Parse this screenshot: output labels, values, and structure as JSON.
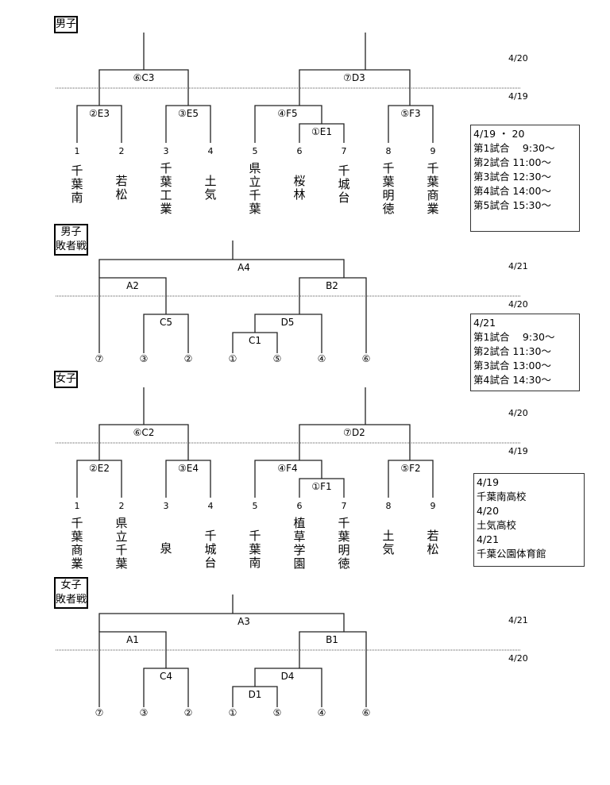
{
  "sections": {
    "boys": {
      "tag": "男子",
      "dates": {
        "upper": "4/20",
        "lower": "4/19"
      },
      "matches": {
        "left_top": "⑥C3",
        "right_top": "⑦D3",
        "m1": "②E3",
        "m2": "③E5",
        "m3": "④F5",
        "m4": "①E1",
        "m5": "⑤F3"
      },
      "seeds": [
        "1",
        "2",
        "3",
        "4",
        "5",
        "6",
        "7",
        "8",
        "9"
      ],
      "teams": [
        "千葉南",
        "若松",
        "千葉工業",
        "土気",
        "県立千葉",
        "桜林",
        "千城台",
        "千葉明徳",
        "千葉商業"
      ]
    },
    "boys_consolation": {
      "tag_line1": "男子",
      "tag_line2": "敗者戦",
      "dates": {
        "upper": "4/21",
        "lower": "4/20"
      },
      "matches": {
        "final": "A4",
        "left": "A2",
        "right": "B2",
        "c": "C5",
        "d": "D5",
        "e": "C1"
      },
      "seeds": [
        "⑦",
        "③",
        "②",
        "①",
        "⑤",
        "④",
        "⑥"
      ]
    },
    "girls": {
      "tag": "女子",
      "dates": {
        "upper": "4/20",
        "lower": "4/19"
      },
      "matches": {
        "left_top": "⑥C2",
        "right_top": "⑦D2",
        "m1": "②E2",
        "m2": "③E4",
        "m3": "④F4",
        "m4": "①F1",
        "m5": "⑤F2"
      },
      "seeds": [
        "1",
        "2",
        "3",
        "4",
        "5",
        "6",
        "7",
        "8",
        "9"
      ],
      "teams": [
        "千葉商業",
        "県立千葉",
        "泉",
        "千城台",
        "千葉南",
        "植草学園",
        "千葉明徳",
        "土気",
        "若松"
      ]
    },
    "girls_consolation": {
      "tag_line1": "女子",
      "tag_line2": "敗者戦",
      "dates": {
        "upper": "4/21",
        "lower": "4/20"
      },
      "matches": {
        "final": "A3",
        "left": "A1",
        "right": "B1",
        "c": "C4",
        "d": "D4",
        "e": "D1"
      },
      "seeds": [
        "⑦",
        "③",
        "②",
        "①",
        "⑤",
        "④",
        "⑥"
      ]
    }
  },
  "schedule_1920": {
    "title": "4/19 ・ 20",
    "rows": [
      "第1試合　 9:30〜",
      "第2試合 11:00〜",
      "第3試合 12:30〜",
      "第4試合 14:00〜",
      "第5試合 15:30〜"
    ]
  },
  "schedule_21": {
    "title": "4/21",
    "rows": [
      "第1試合　 9:30〜",
      "第2試合 11:30〜",
      "第3試合 13:00〜",
      "第4試合 14:30〜"
    ]
  },
  "venues": {
    "rows": [
      "4/19",
      "千葉南高校",
      "4/20",
      "土気高校",
      "4/21",
      "千葉公園体育館"
    ]
  }
}
